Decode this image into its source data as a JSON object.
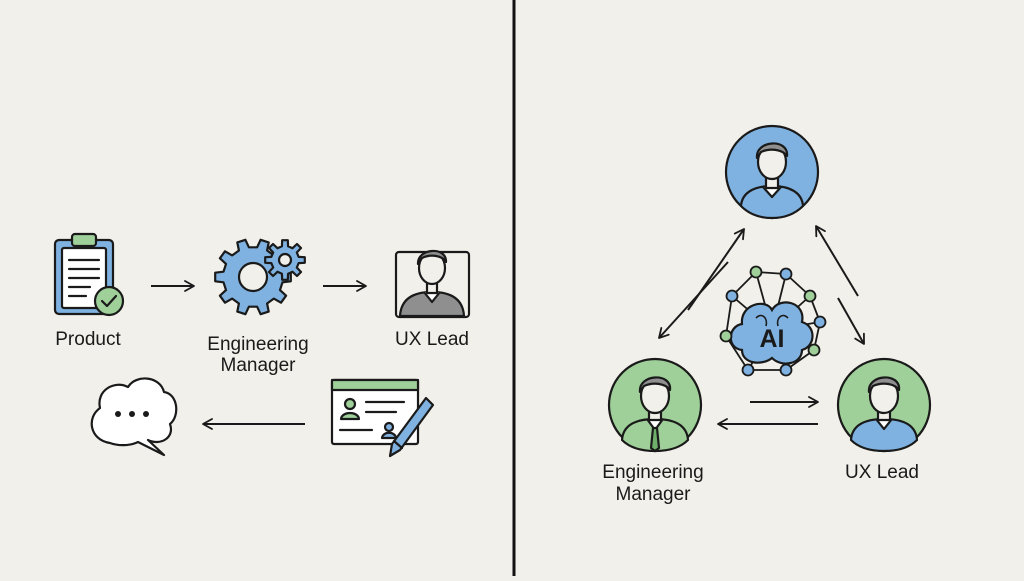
{
  "left_panel": {
    "nodes": {
      "product": {
        "label": "Product",
        "icon": "clipboard-check-icon"
      },
      "engineering_manager": {
        "label_line1": "Engineering",
        "label_line2": "Manager",
        "icon": "gears-icon"
      },
      "ux_lead": {
        "label": "UX Lead",
        "icon": "person-portrait-icon"
      },
      "wireframe": {
        "icon": "wireframe-pencil-icon"
      },
      "feedback": {
        "icon": "speech-bubble-icon"
      }
    }
  },
  "right_panel": {
    "nodes": {
      "top_person": {
        "icon": "person-avatar-icon"
      },
      "ai_hub": {
        "label": "AI",
        "icon": "ai-brain-network-icon"
      },
      "engineering_manager": {
        "label_line1": "Engineering",
        "label_line2": "Manager",
        "icon": "person-tie-avatar-icon"
      },
      "ux_lead": {
        "label": "UX Lead",
        "icon": "person-avatar-icon"
      }
    }
  },
  "colors": {
    "background": "#f1f0ea",
    "ink": "#1a1a1a",
    "blue": "#7fb2e0",
    "green": "#9fd09a",
    "divider": "#111111"
  }
}
